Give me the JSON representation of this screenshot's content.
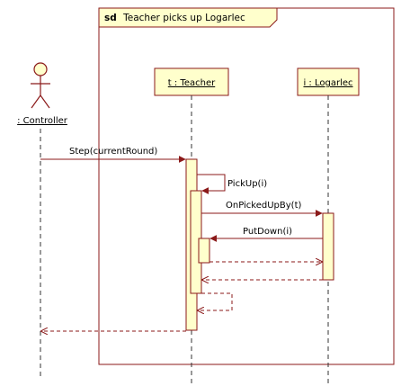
{
  "frame": {
    "keyword": "sd",
    "title": "Teacher picks up Logarlec"
  },
  "lifelines": {
    "controller": {
      "label": ": Controller"
    },
    "teacher": {
      "label": "t : Teacher"
    },
    "logarlec": {
      "label": "i : Logarlec"
    }
  },
  "messages": {
    "step": "Step(currentRound)",
    "pickup": "PickUp(i)",
    "onpickedupby": "OnPickedUpBy(t)",
    "putdown": "PutDown(i)"
  },
  "colors": {
    "frame_border": "#8b1a1a",
    "box_fill": "#ffffcc",
    "box_border": "#8b1a1a",
    "message_line": "#8b1a1a",
    "lifeline": "#333333"
  }
}
